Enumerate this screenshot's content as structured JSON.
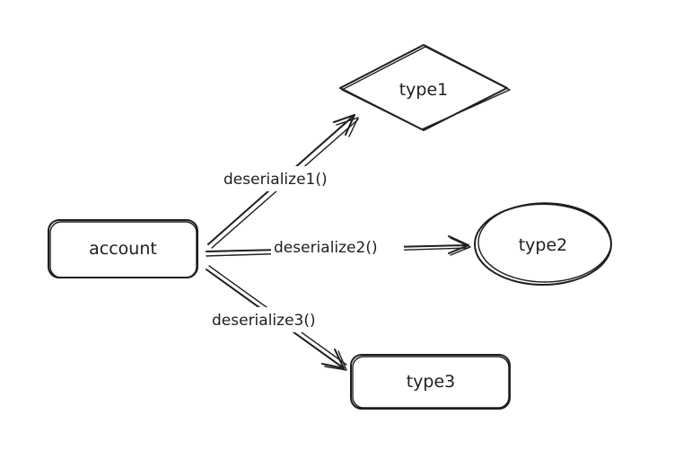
{
  "diagram": {
    "nodes": {
      "account": {
        "label": "account",
        "shape": "rectangle"
      },
      "type1": {
        "label": "type1",
        "shape": "diamond"
      },
      "type2": {
        "label": "type2",
        "shape": "ellipse"
      },
      "type3": {
        "label": "type3",
        "shape": "rectangle"
      }
    },
    "edges": {
      "deserialize1": {
        "from": "account",
        "to": "type1",
        "label": "deserialize1()"
      },
      "deserialize2": {
        "from": "account",
        "to": "type2",
        "label": "deserialize2()"
      },
      "deserialize3": {
        "from": "account",
        "to": "type3",
        "label": "deserialize3()"
      }
    },
    "colors": {
      "stroke": "#1e1e1e",
      "background": "#ffffff"
    }
  }
}
